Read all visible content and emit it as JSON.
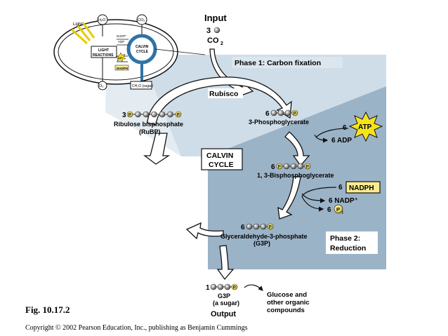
{
  "inset": {
    "light": "Light",
    "h2o": "H₂O",
    "co2": "CO₂",
    "nadp": "NADP⁺",
    "adp": "ADP",
    "light_reactions_1": "LIGHT",
    "light_reactions_2": "REACTIONS",
    "calvin_1": "CALVIN",
    "calvin_2": "CYCLE",
    "atp": "ATP",
    "nadph": "NADPH",
    "o2": "O₂",
    "sugar": "CH₂O (sugar)"
  },
  "input": {
    "title": "Input",
    "count": "3",
    "co2": "CO",
    "sub": "2"
  },
  "phase1": "Phase 1: Carbon fixation",
  "rubisco": "Rubisco",
  "rubp": {
    "count": "3",
    "line1": "Ribulose bisphosphate",
    "line2": "(RuBP)"
  },
  "pga": {
    "count": "6",
    "label": "3-Phosphoglycerate"
  },
  "atp_in": {
    "count": "6",
    "label": "ATP"
  },
  "adp_out": "6 ADP",
  "calvin": {
    "line1": "CALVIN",
    "line2": "CYCLE"
  },
  "bpg": {
    "count": "6",
    "label": "1, 3-Bisphosphoglycerate"
  },
  "nadph_in": {
    "count": "6",
    "label": "NADPH"
  },
  "nadp_out": "6 NADP⁺",
  "pi_out": {
    "count": "6",
    "label": "P",
    "sub": "i"
  },
  "g3p": {
    "count": "6",
    "line1": "Glyceraldehyde-3-phosphate",
    "line2": "(G3P)"
  },
  "phase2": {
    "line1": "Phase 2:",
    "line2": "Reduction"
  },
  "output": {
    "count": "1",
    "line1": "G3P",
    "line2": "(a sugar)",
    "title": "Output"
  },
  "glucose": {
    "line1": "Glucose and",
    "line2": "other organic",
    "line3": "compounds"
  },
  "phosphate_symbol": "P",
  "fig_label": "Fig. 10.17.2",
  "copyright": "Copyright © 2002 Pearson Education, Inc., publishing as Benjamin Cummings",
  "colors": {
    "phase1_bg": "#cfdde8",
    "phase2_bg": "#9bb3c7",
    "label_box": "#dbe6ee",
    "atp_star": "#f5e41c",
    "nadph_box": "#f9ec90",
    "circle_blue": "#2f73a6"
  }
}
